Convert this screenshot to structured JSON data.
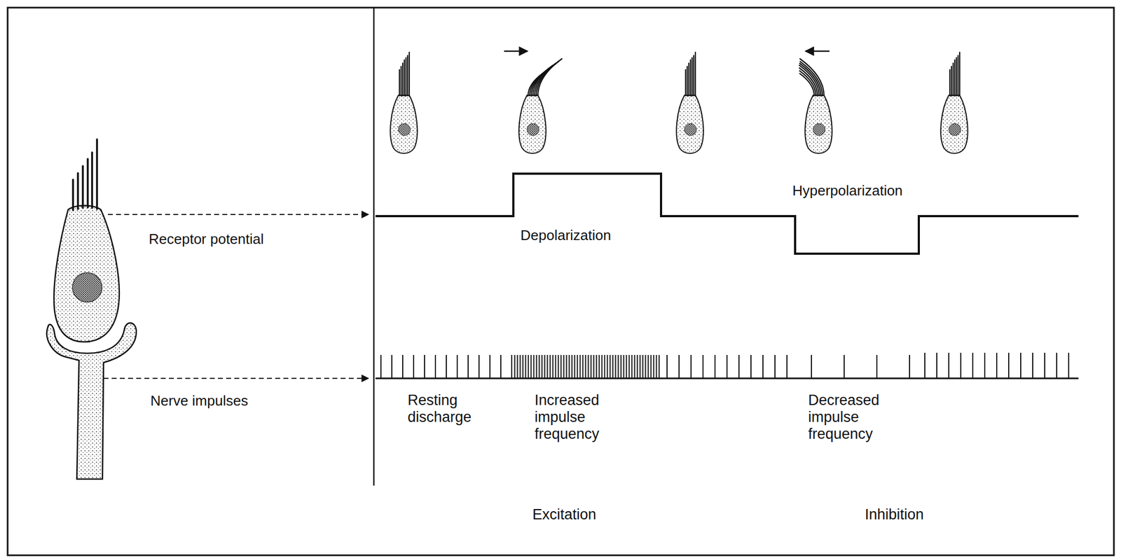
{
  "diagram": {
    "labels": [
      "Receptor potential",
      "Nerve impulses",
      "Depolarization",
      "Hyperpolarization",
      "Resting discharge",
      "Increased impulse frequency",
      "Decreased impulse frequency",
      "Excitation",
      "Inhibition"
    ]
  }
}
